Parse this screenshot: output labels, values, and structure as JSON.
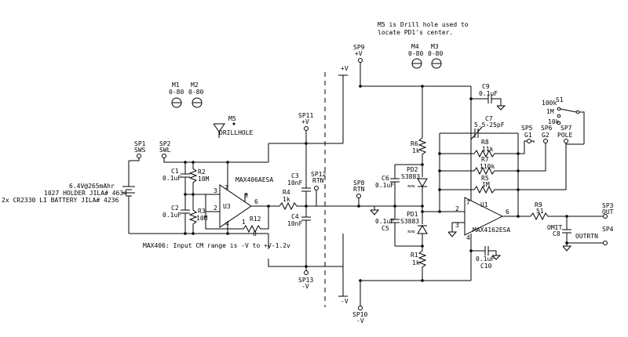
{
  "notes": {
    "m5_line1": "M5 is Drill hole used to",
    "m5_line2": "locate PD1's center.",
    "max406": "MAX406: Input CM range is -V to +V-1.2v"
  },
  "battery": {
    "line1": "6.4V@265mAhr",
    "line2": "1027 HOLDER JILA# 4634",
    "line3": "2x CR2330 LI BATTERY JILA# 4236"
  },
  "mounts": {
    "m1": "M1",
    "m1v": "0-80",
    "m2": "M2",
    "m2v": "0-80",
    "m3": "M3",
    "m3v": "0-80",
    "m4": "M4",
    "m4v": "0-80",
    "m5": "M5",
    "m5v": "DRILLHOLE"
  },
  "testpoints": {
    "sp1": "SP1",
    "sp1l": "SWS",
    "sp2": "SP2",
    "sp2l": "SWL",
    "sp3": "SP3",
    "sp3l": "OUT",
    "sp4": "SP4",
    "sp4l": "OUTRTN",
    "sp5": "SP5",
    "sp5l": "G1",
    "sp6": "SP6",
    "sp6l": "G2",
    "sp7": "SP7",
    "sp7l": "POLE",
    "sp8": "SP8",
    "sp8l": "RTN",
    "sp9": "SP9",
    "sp9l": "+V",
    "sp10": "SP10",
    "sp10l": "-V",
    "sp11": "SP11",
    "sp11l": "+V",
    "sp12": "SP12",
    "sp12l": "RTN",
    "sp13": "SP13",
    "sp13l": "-V"
  },
  "rails": {
    "plus": "+V",
    "minus": "-V"
  },
  "parts": {
    "c1": "C1",
    "c1v": "0.1uF",
    "c2": "C2",
    "c2v": "0.1uF",
    "c3": "C3",
    "c3v": "10nF",
    "c4": "C4",
    "c4v": "10nF",
    "c5": "C5",
    "c5v": "0.1uF",
    "c6": "C6",
    "c6v": "0.1uF",
    "c7": "C7",
    "c7v": "5.5-25pF",
    "c8": "C8",
    "c8v": "OMIT",
    "c9": "C9",
    "c9v": "0.1uF",
    "c10": "C10",
    "c10v": "0.1uF",
    "r1": "R1",
    "r1v": "1k",
    "r2": "R2",
    "r2v": "10M",
    "r3": "R3",
    "r3v": "10M",
    "r4": "R4",
    "r4v": "1k",
    "r5": "R5",
    "r5v": "1M",
    "r6": "R6",
    "r6v": "1k",
    "r7": "R7",
    "r7v": "110k",
    "r8": "R8",
    "r8v": "11k",
    "r9": "R9",
    "r9v": "51",
    "r12": "R12",
    "r12v": "0",
    "pd1": "PD1",
    "pd1v": "S3883",
    "pd2": "PD2",
    "pd2v": "S3883",
    "u1": "U1",
    "u1v": "MAX4162ESA",
    "u3": "U3",
    "u3v": "MAX406AESA",
    "s1": "S1",
    "s1a": "100k",
    "s1b": "1M",
    "s1c": "10k"
  },
  "pins": {
    "u3p7": "7",
    "u3p3": "3",
    "u3p2": "2",
    "u3p8": "8",
    "u3p6": "6",
    "u3p1": "1",
    "u3p4": "4",
    "u1p7": "7",
    "u1p2": "2",
    "u1p3": "3",
    "u1p6": "6",
    "u1p4": "4"
  }
}
